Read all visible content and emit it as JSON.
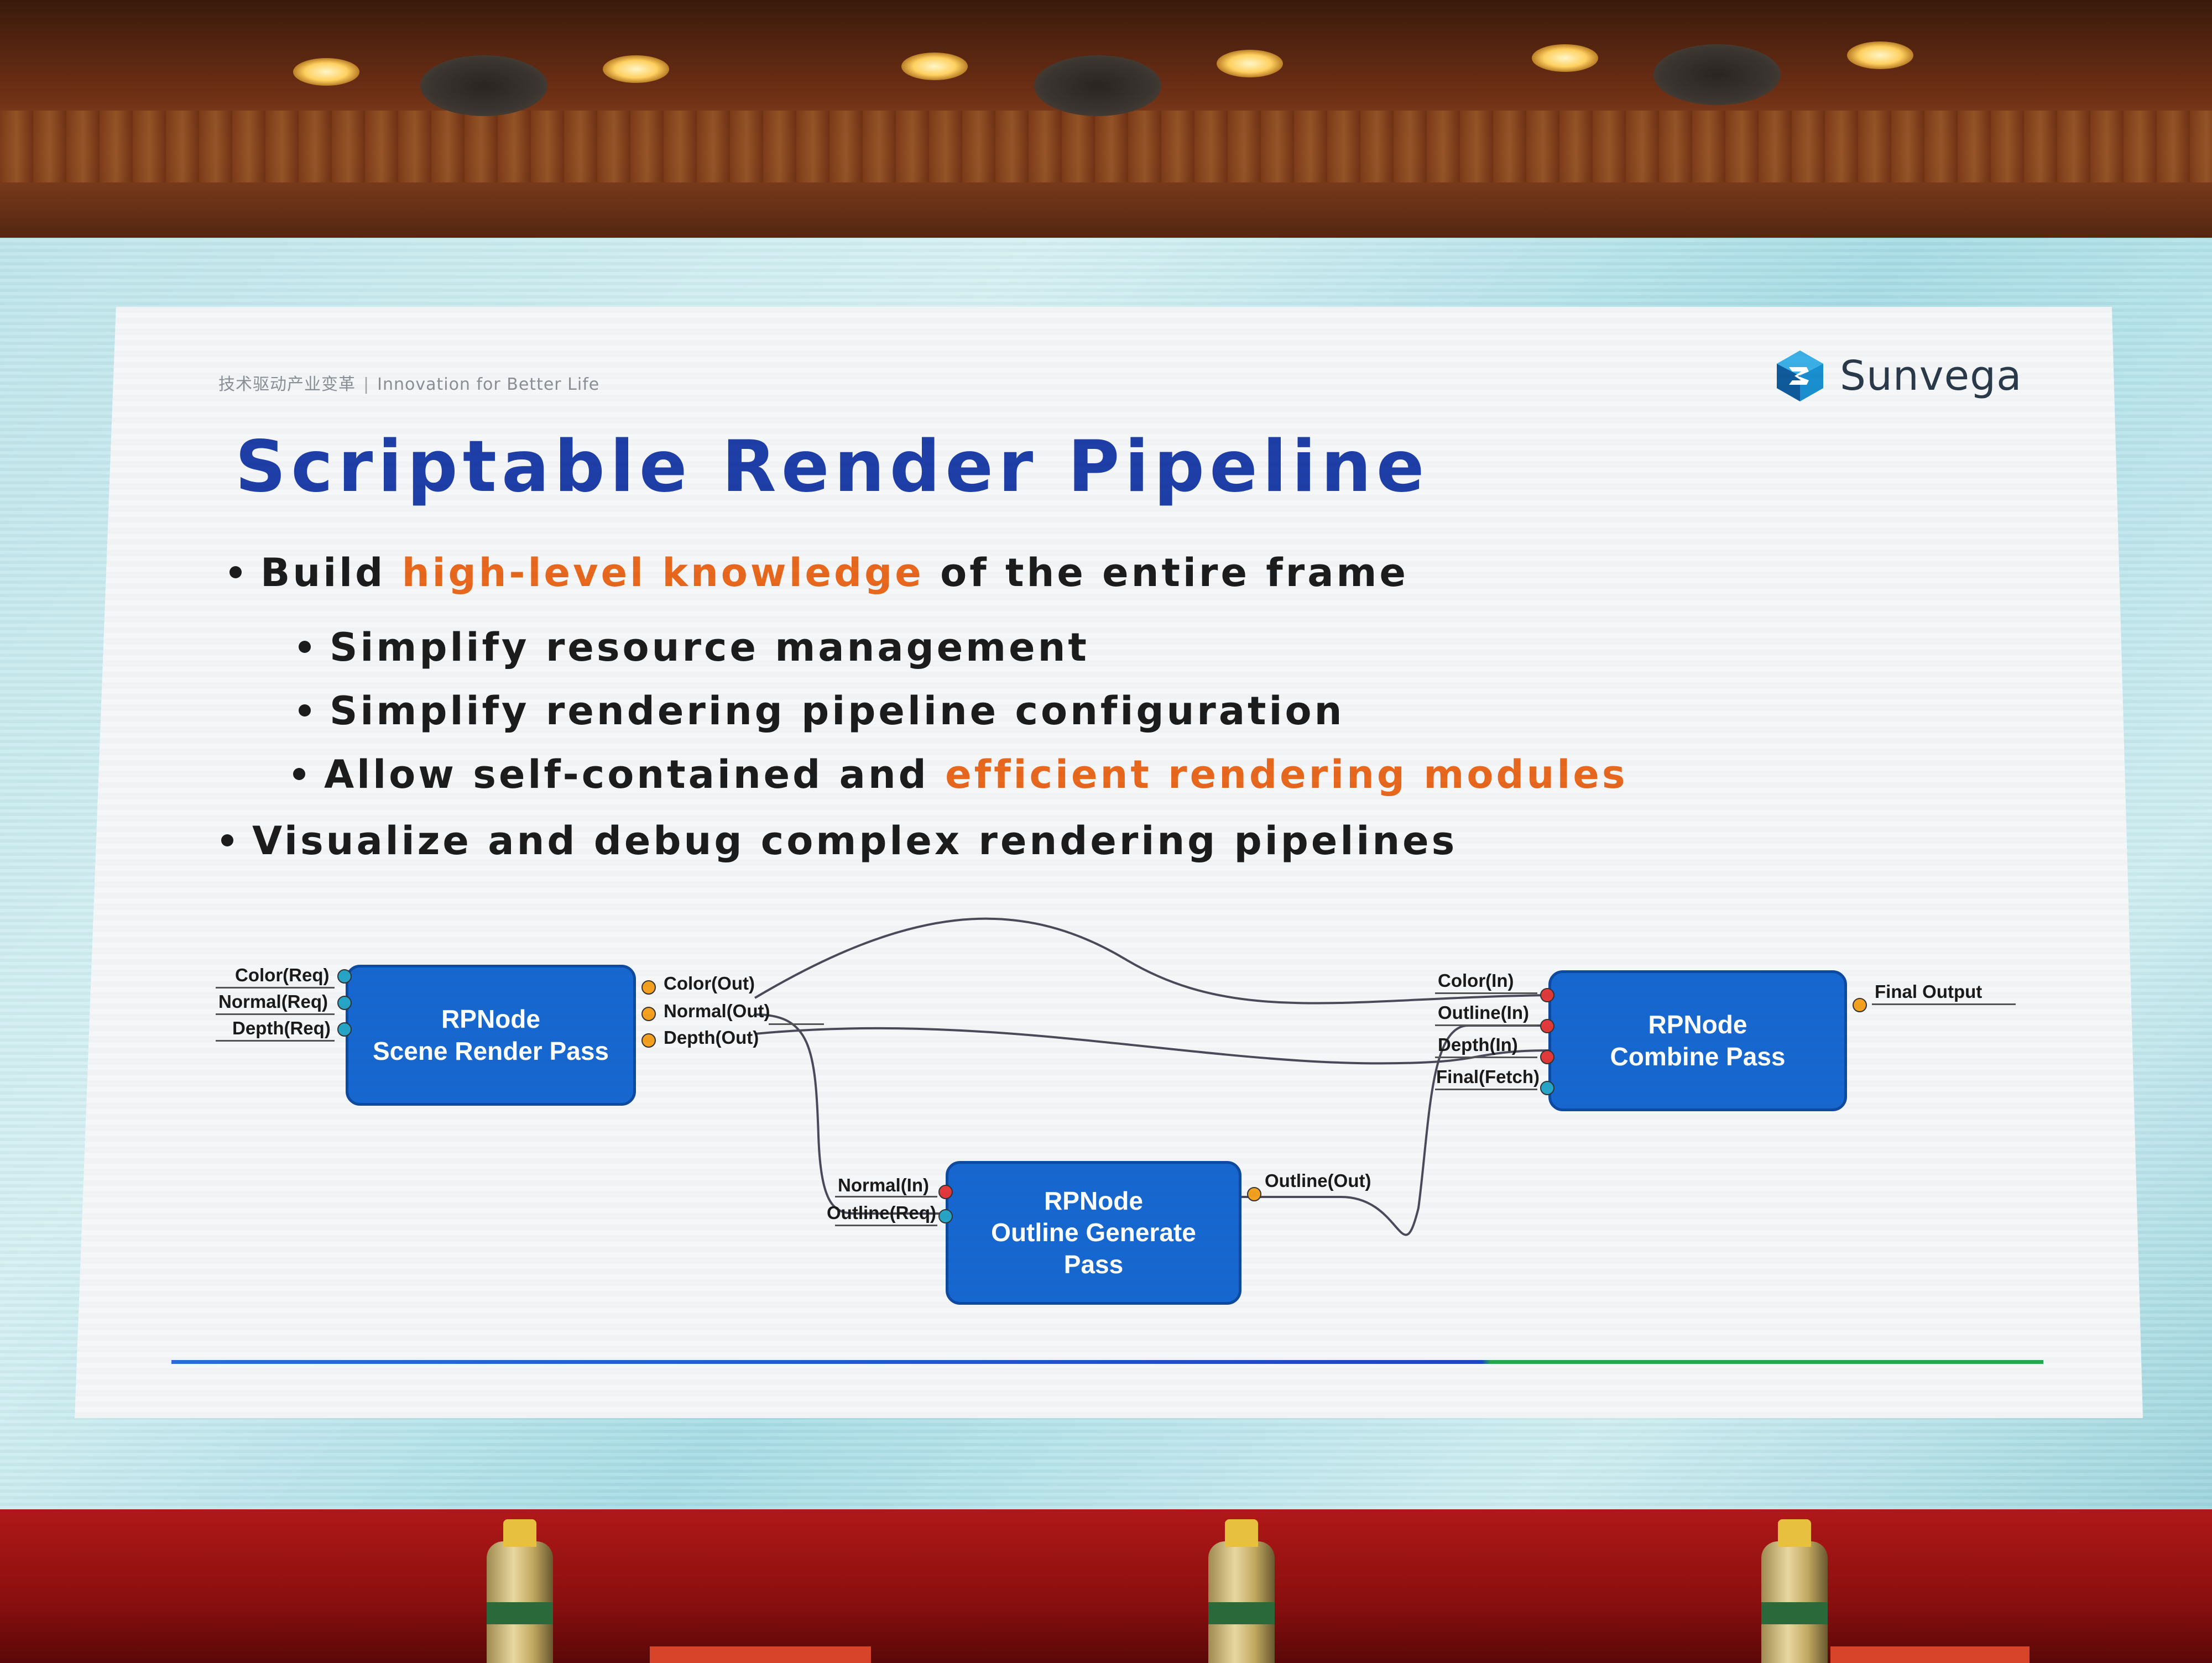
{
  "slide": {
    "tagline_cn": "技术驱动产业变革",
    "tagline_sep": "|",
    "tagline_en": "Innovation for Better Life",
    "logo_text": "Sunvega",
    "title": "Scriptable Render Pipeline",
    "bullets": [
      {
        "pre": "Build ",
        "accent": "high-level knowledge",
        "post": " of the entire frame"
      },
      {
        "pre": "Simplify resource management",
        "accent": "",
        "post": ""
      },
      {
        "pre": "Simplify rendering pipeline configuration",
        "accent": "",
        "post": ""
      },
      {
        "pre": "Allow self-contained and ",
        "accent": "efficient rendering modules",
        "post": ""
      },
      {
        "pre": "Visualize and debug complex rendering pipelines",
        "accent": "",
        "post": ""
      }
    ],
    "accent_color": "#e8681e",
    "title_color": "#1e3fa8"
  },
  "diagram": {
    "nodes": {
      "scene": {
        "line1": "RPNode",
        "line2": "Scene Render Pass",
        "line3": ""
      },
      "outline": {
        "line1": "RPNode",
        "line2": "Outline Generate",
        "line3": "Pass"
      },
      "combine": {
        "line1": "RPNode",
        "line2": "Combine Pass",
        "line3": ""
      }
    },
    "scene_inputs": [
      "Color(Req)",
      "Normal(Req)",
      "Depth(Req)"
    ],
    "scene_outputs": [
      "Color(Out)",
      "Normal(Out)",
      "Depth(Out)"
    ],
    "outline_inputs": [
      "Normal(In)",
      "Outline(Req)"
    ],
    "outline_outputs": [
      "Outline(Out)"
    ],
    "combine_inputs": [
      "Color(In)",
      "Outline(In)",
      "Depth(In)",
      "Final(Fetch)"
    ],
    "combine_outputs": [
      "Final Output"
    ],
    "node_color": "#1668d0",
    "port_colors": {
      "out": "#f4a020",
      "req": "#27a5c8",
      "in": "#e23a3a"
    }
  }
}
